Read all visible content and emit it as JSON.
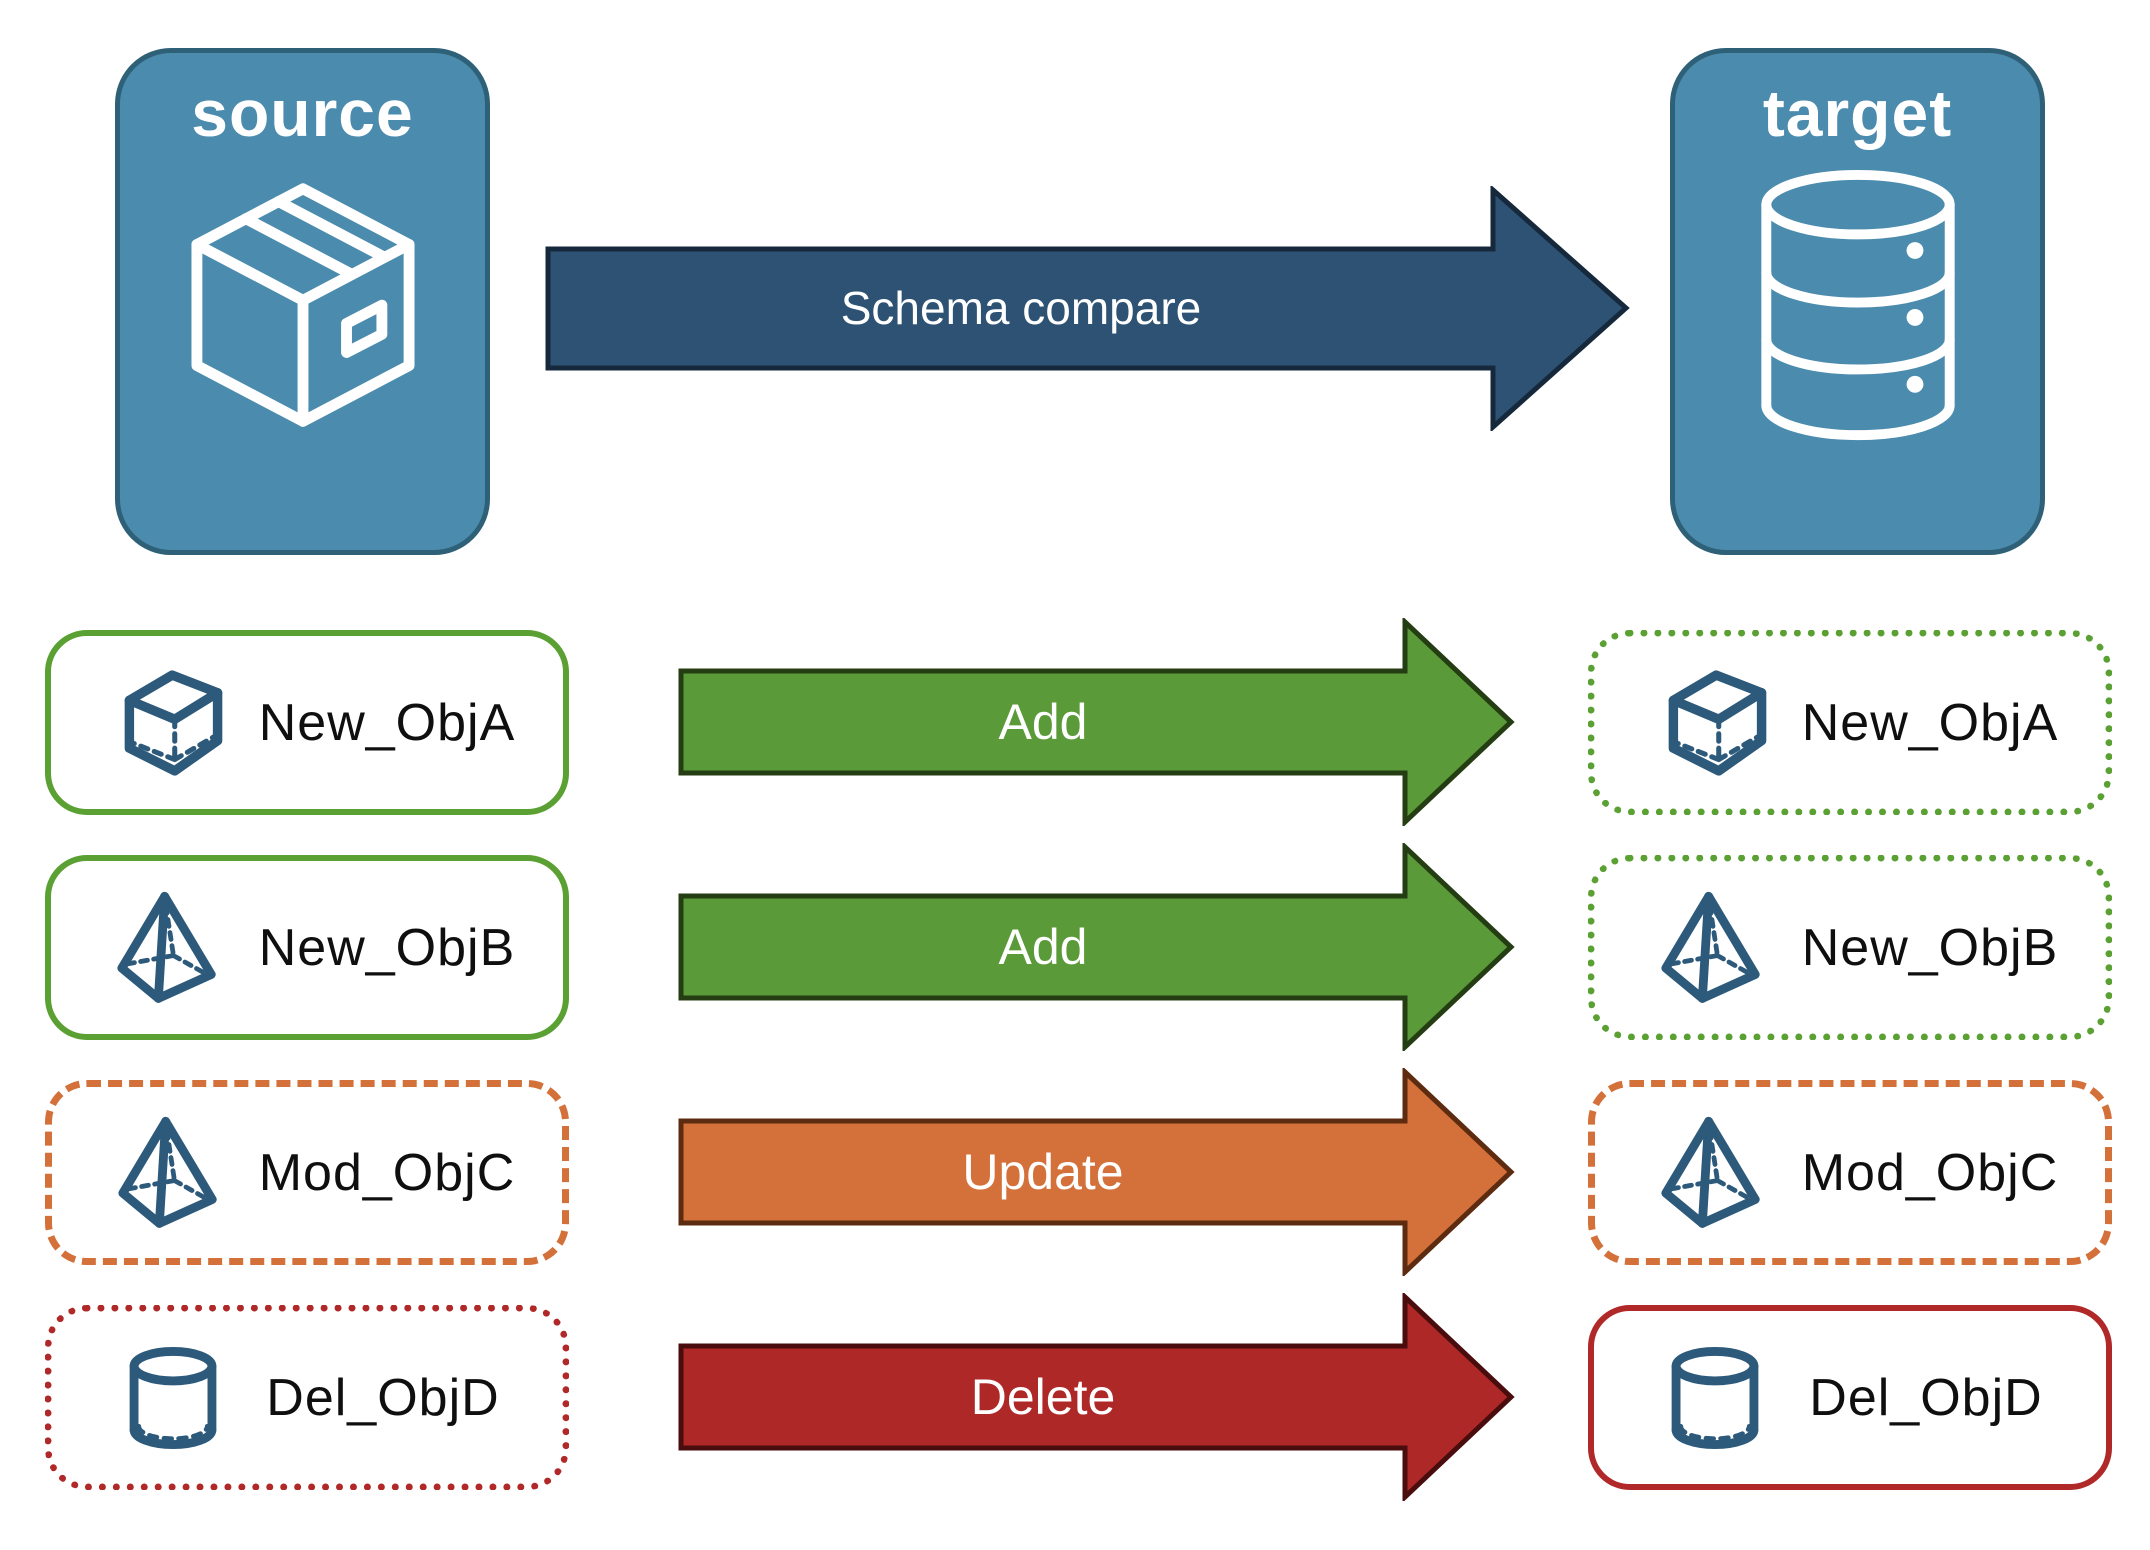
{
  "source_panel": {
    "label": "source",
    "icon": "package-icon"
  },
  "target_panel": {
    "label": "target",
    "icon": "database-icon"
  },
  "compare_arrow": {
    "label": "Schema compare"
  },
  "rows": [
    {
      "label": "New_ObjA",
      "action": "Add",
      "icon": "cube-icon",
      "source_border": "solid-green",
      "target_border": "dotted-green"
    },
    {
      "label": "New_ObjB",
      "action": "Add",
      "icon": "pyramid-icon",
      "source_border": "solid-green",
      "target_border": "dotted-green"
    },
    {
      "label": "Mod_ObjC",
      "action": "Update",
      "icon": "pyramid-icon",
      "source_border": "dashed-orange",
      "target_border": "dashed-orange"
    },
    {
      "label": "Del_ObjD",
      "action": "Delete",
      "icon": "cylinder-icon",
      "source_border": "dotted-red",
      "target_border": "solid-red"
    }
  ],
  "colors": {
    "panel_fill": "#4b8bad",
    "panel_border": "#2e6077",
    "compare_arrow_fill": "#2e5273",
    "add_arrow_fill": "#5a9a38",
    "update_arrow_fill": "#d4713a",
    "delete_arrow_fill": "#ae2828",
    "green_border": "#5aa032",
    "orange_border": "#d4713a",
    "red_border": "#b02828",
    "icon_blue": "#2d5a7b",
    "arrow_text": "#ffffff",
    "object_text": "#0f0f0f"
  }
}
